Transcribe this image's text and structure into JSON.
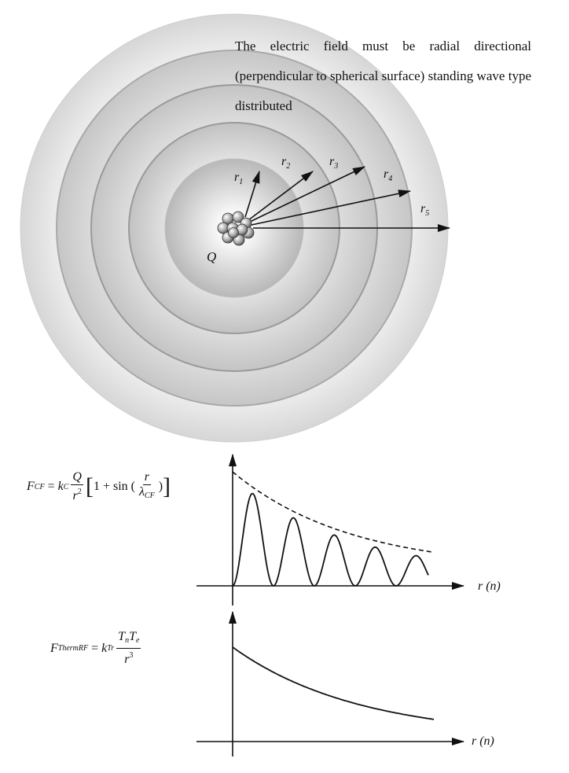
{
  "caption": "The electric field must be radial directional (perpendicular to spherical surface) standing wave type distributed",
  "charge_label": "Q",
  "radii": [
    {
      "sym": "r",
      "sub": "1"
    },
    {
      "sym": "r",
      "sub": "2"
    },
    {
      "sym": "r",
      "sub": "3"
    },
    {
      "sym": "r",
      "sub": "4"
    },
    {
      "sym": "r",
      "sub": "5"
    }
  ],
  "equation1": {
    "lhs": "F",
    "lhs_sub": "CF",
    "k": "k",
    "k_sub": "C",
    "frac_num": "Q",
    "frac_den": "r",
    "frac_den_sup": "2",
    "open": "[",
    "one_plus": "1 + sin (",
    "inner_num": "r",
    "inner_den": "λ",
    "inner_den_sub": "CF",
    "close_paren": ")",
    "close": "]"
  },
  "equation2": {
    "lhs": "F",
    "lhs_sub": "ThermRF",
    "k": "k",
    "k_sub": "Tr",
    "num_a": "T",
    "num_a_sub": "n",
    "num_b": "T",
    "num_b_sub": "e",
    "den": "r",
    "den_sup": "3"
  },
  "axis_label_1": "r (n)",
  "axis_label_2": "r (n)",
  "colors": {
    "ink": "#111111",
    "sphere_light": "#f7f7f7",
    "sphere_dark": "#bdbdbd",
    "ring": "#9a9a9a"
  }
}
